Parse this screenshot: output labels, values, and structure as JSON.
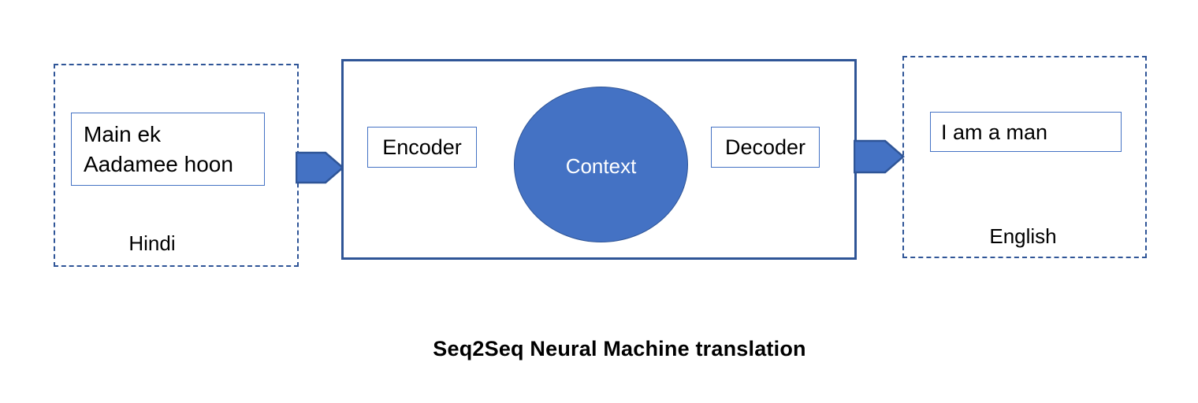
{
  "caption": "Seq2Seq Neural Machine translation",
  "source": {
    "text_line1": "Main ek",
    "text_line2": "Aadamee hoon",
    "language": "Hindi"
  },
  "model": {
    "encoder": "Encoder",
    "context": "Context",
    "decoder": "Decoder"
  },
  "target": {
    "text": "I am a man",
    "language": "English"
  },
  "icons": {
    "flow_arrow": "arrow-right"
  },
  "colors": {
    "accent_fill": "#4472C4",
    "accent_dark": "#2F5597",
    "thin_border": "#4472C4",
    "context_text": "#FFFFFF",
    "text": "#000000",
    "background": "#FFFFFF"
  }
}
